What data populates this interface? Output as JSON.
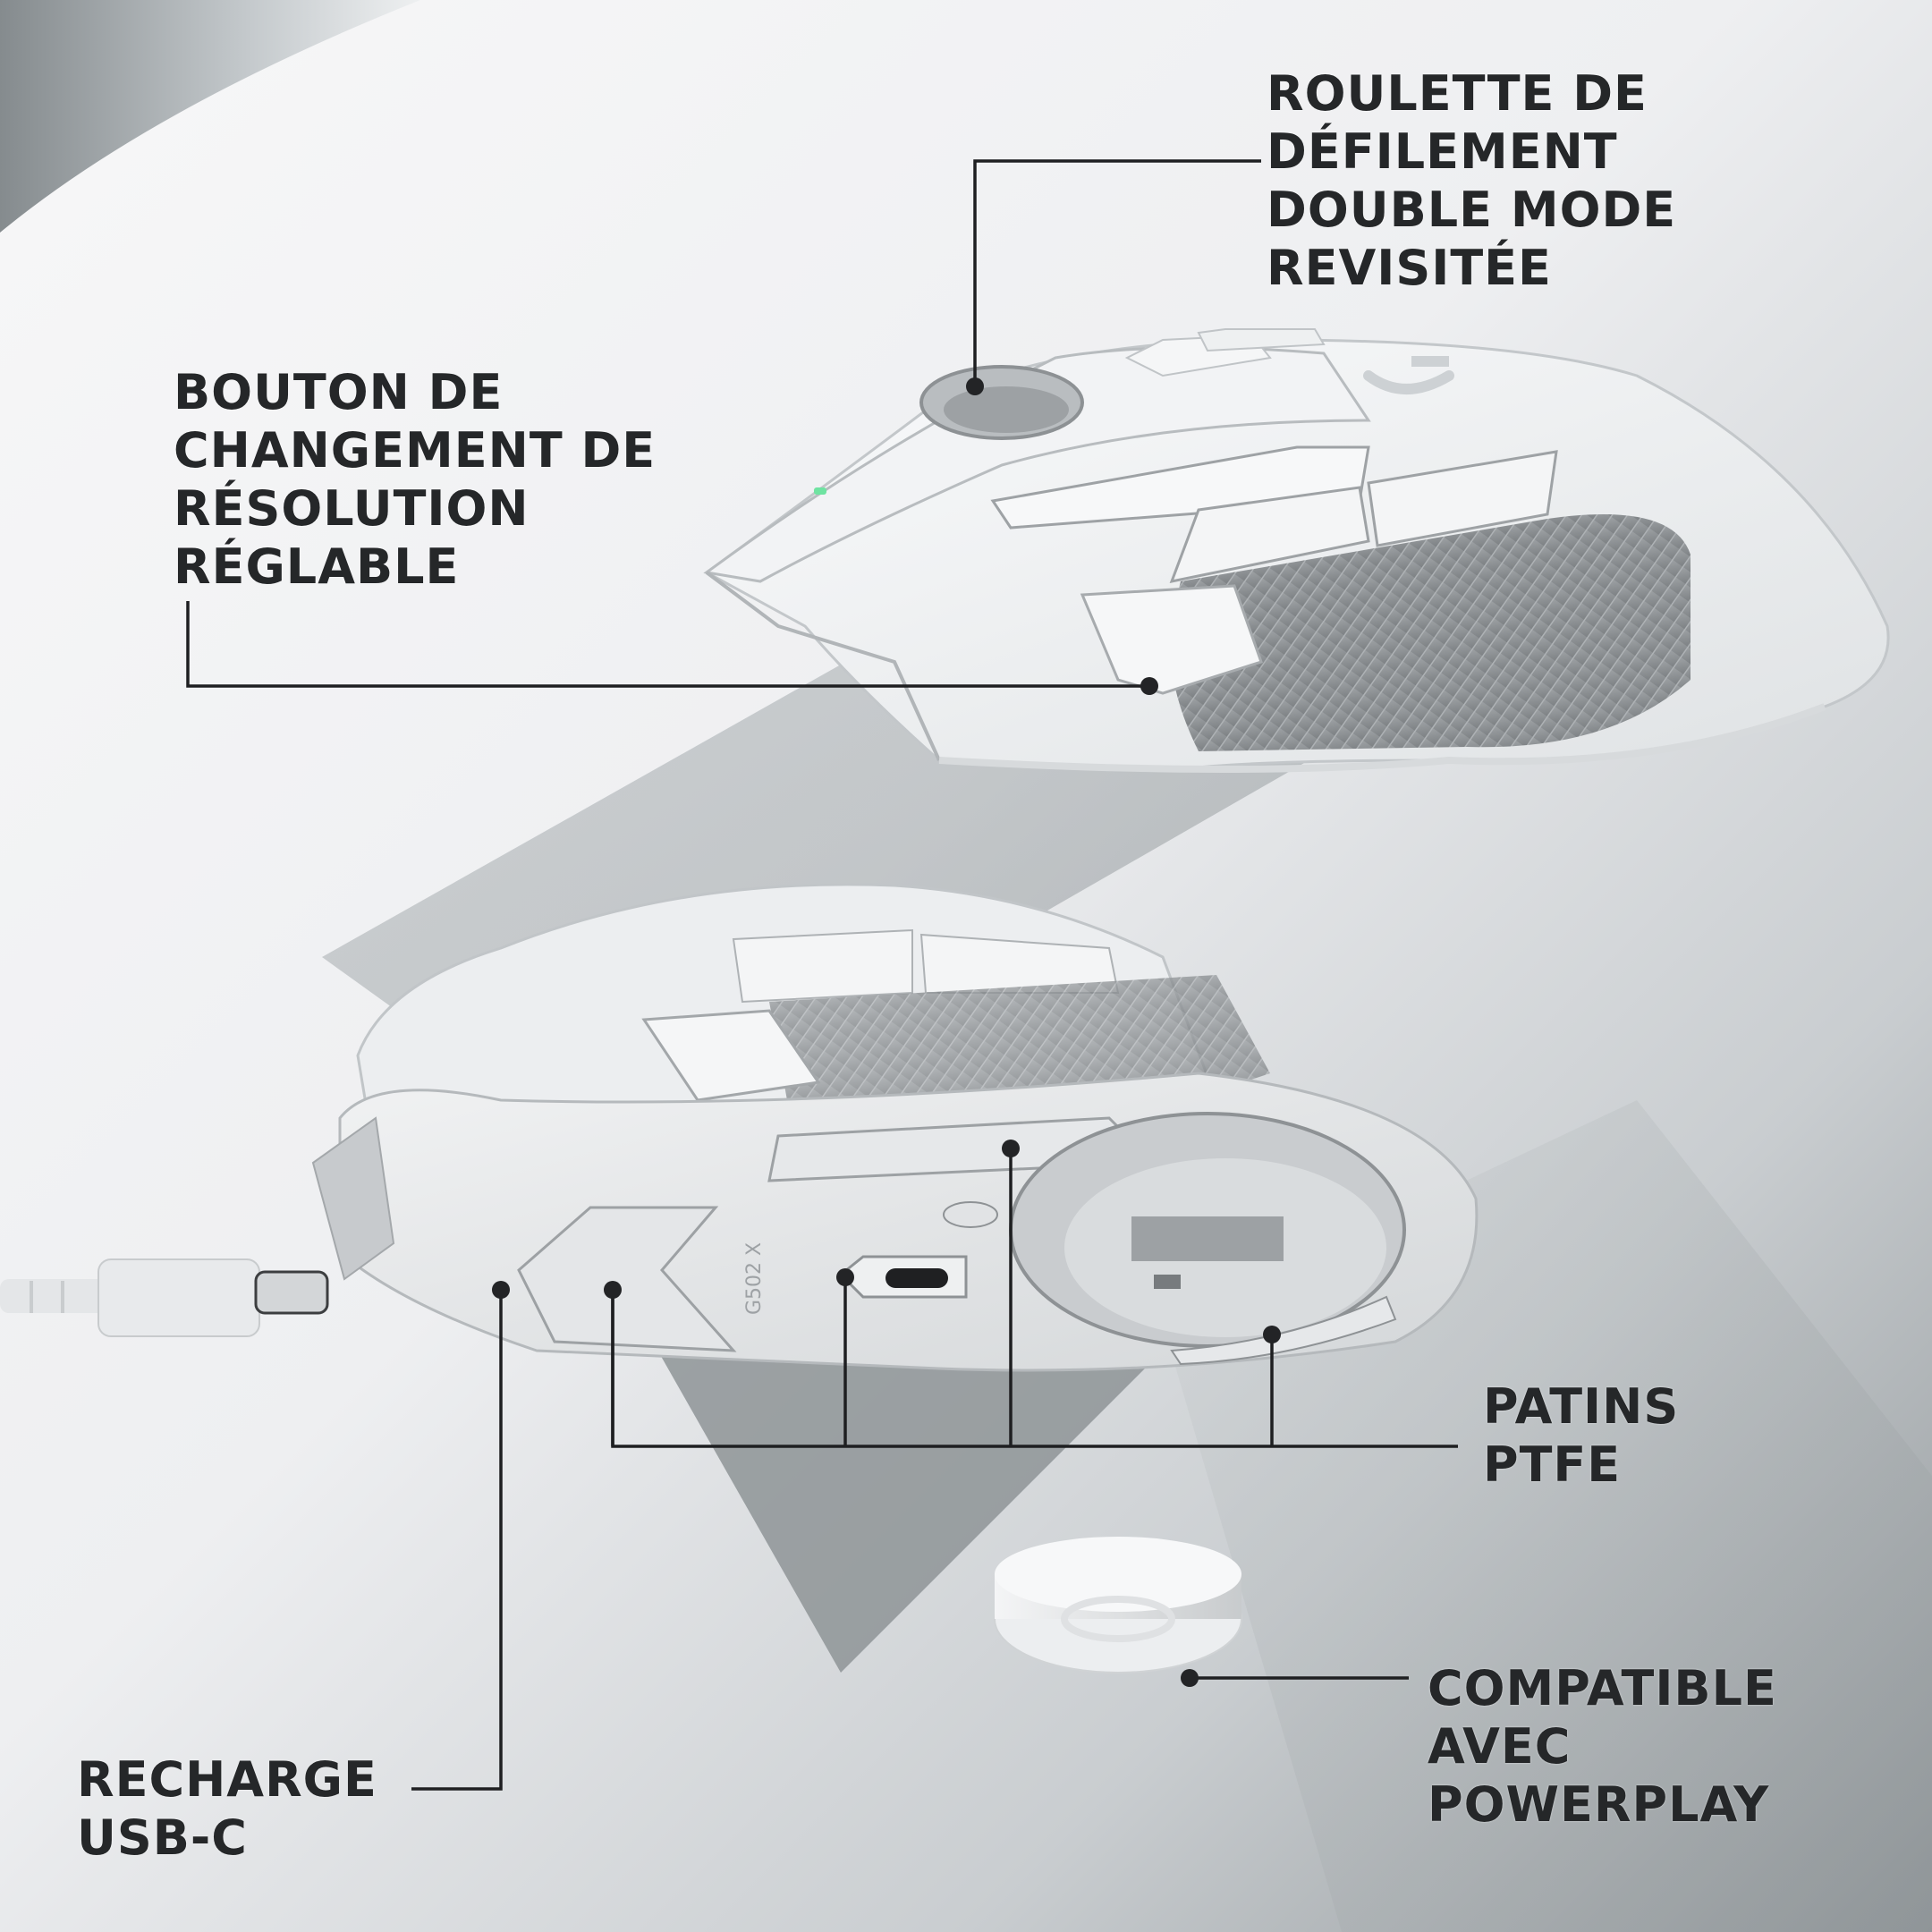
{
  "product": {
    "model_text": "G502 X",
    "colors": {
      "label_text": "#252729",
      "leader_line": "#1e1f21",
      "background_light": "#f3f3f5",
      "background_gray": "#9fa5a8",
      "mouse_white": "#eceef0",
      "mouse_grip": "#8e9295",
      "dpi_led": "#6fe3a1"
    }
  },
  "callouts": {
    "scroll_wheel": {
      "lines": [
        "ROULETTE DE",
        "DÉFILEMENT",
        "DOUBLE MODE",
        "REVISITÉE"
      ]
    },
    "dpi_button": {
      "lines": [
        "BOUTON DE",
        "CHANGEMENT DE",
        "RÉSOLUTION",
        "RÉGLABLE"
      ]
    },
    "ptfe_feet": {
      "lines": [
        "PATINS",
        "PTFE"
      ]
    },
    "powerplay": {
      "lines": [
        "COMPATIBLE",
        "AVEC",
        "POWERPLAY"
      ]
    },
    "usbc": {
      "lines": [
        "RECHARGE",
        "USB-C"
      ]
    }
  }
}
